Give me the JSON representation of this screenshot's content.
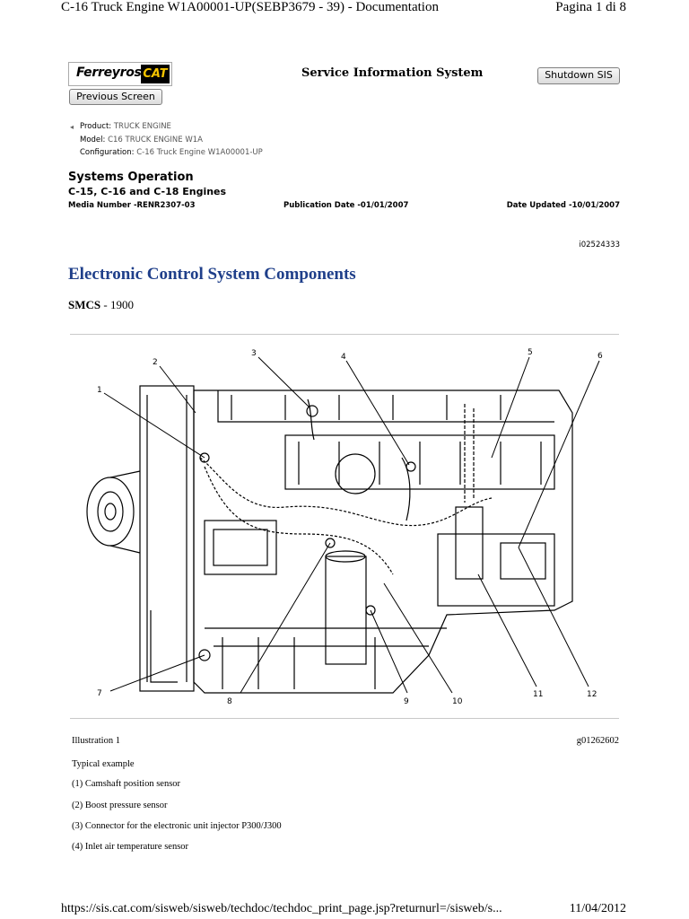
{
  "print_header": {
    "title": "C-16 Truck Engine W1A00001-UP(SEBP3679 - 39) - Documentation",
    "page": "Pagina 1 di 8"
  },
  "header": {
    "logo_brand": "Ferreyros",
    "logo_cat": "CAT",
    "sis_title": "Service Information System",
    "shutdown_label": "Shutdown SIS",
    "previous_label": "Previous Screen"
  },
  "meta": {
    "product_label": "Product:",
    "product_value": "TRUCK ENGINE",
    "model_label": "Model:",
    "model_value": "C16 TRUCK ENGINE W1A",
    "config_label": "Configuration:",
    "config_value": "C-16 Truck Engine W1A00001-UP"
  },
  "doc": {
    "section": "Systems Operation",
    "engines": "C-15, C-16 and C-18 Engines",
    "media": "Media Number -RENR2307-03",
    "pub_date": "Publication Date -01/01/2007",
    "updated": "Date Updated -10/01/2007",
    "id": "i02524333",
    "heading": "Electronic Control System Components",
    "smcs_label": "SMCS",
    "smcs_value": " - 1900"
  },
  "illustration": {
    "label": "Illustration 1",
    "code": "g01262602",
    "callouts": [
      "1",
      "2",
      "3",
      "4",
      "5",
      "6",
      "7",
      "8",
      "9",
      "10",
      "11",
      "12"
    ]
  },
  "caption": {
    "typical": "Typical example",
    "items": [
      "(1) Camshaft position sensor",
      "(2) Boost pressure sensor",
      "(3) Connector for the electronic unit injector P300/J300",
      "(4) Inlet air temperature sensor"
    ]
  },
  "footer": {
    "url": "https://sis.cat.com/sisweb/sisweb/techdoc/techdoc_print_page.jsp?returnurl=/sisweb/s...",
    "date": "11/04/2012"
  },
  "colors": {
    "heading": "#1f3f8a",
    "cat_yellow": "#f5c400"
  }
}
